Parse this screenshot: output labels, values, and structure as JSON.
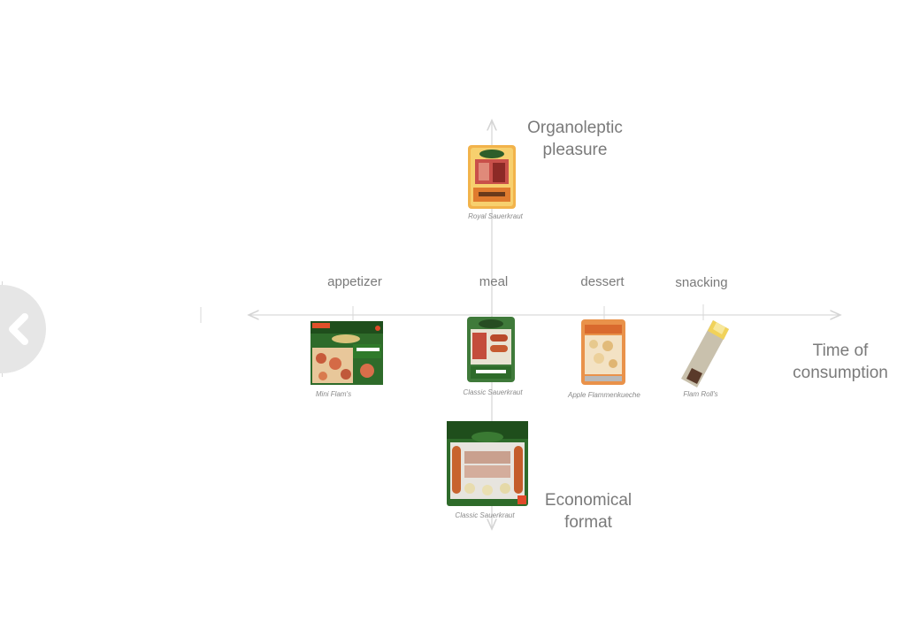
{
  "axes": {
    "vertical_top": "Organoleptic\npleasure",
    "vertical_bottom": "Economical\nformat",
    "horizontal": "Time of\nconsumption"
  },
  "categories": [
    "appetizer",
    "meal",
    "dessert",
    "snacking"
  ],
  "products": [
    {
      "name": "Royal Sauerkraut"
    },
    {
      "name": "Mini Flam's"
    },
    {
      "name": "Classic Sauerkraut"
    },
    {
      "name": "Apple Flammenkueche"
    },
    {
      "name": "Flam Roll's"
    },
    {
      "name": "Classic Sauerkraut"
    }
  ],
  "colors": {
    "axis": "#d9d9d9",
    "brand_green": "#2e5e2a",
    "button_bg": "#e6e6e6"
  },
  "icons": {
    "prev": "chevron-left-icon"
  }
}
